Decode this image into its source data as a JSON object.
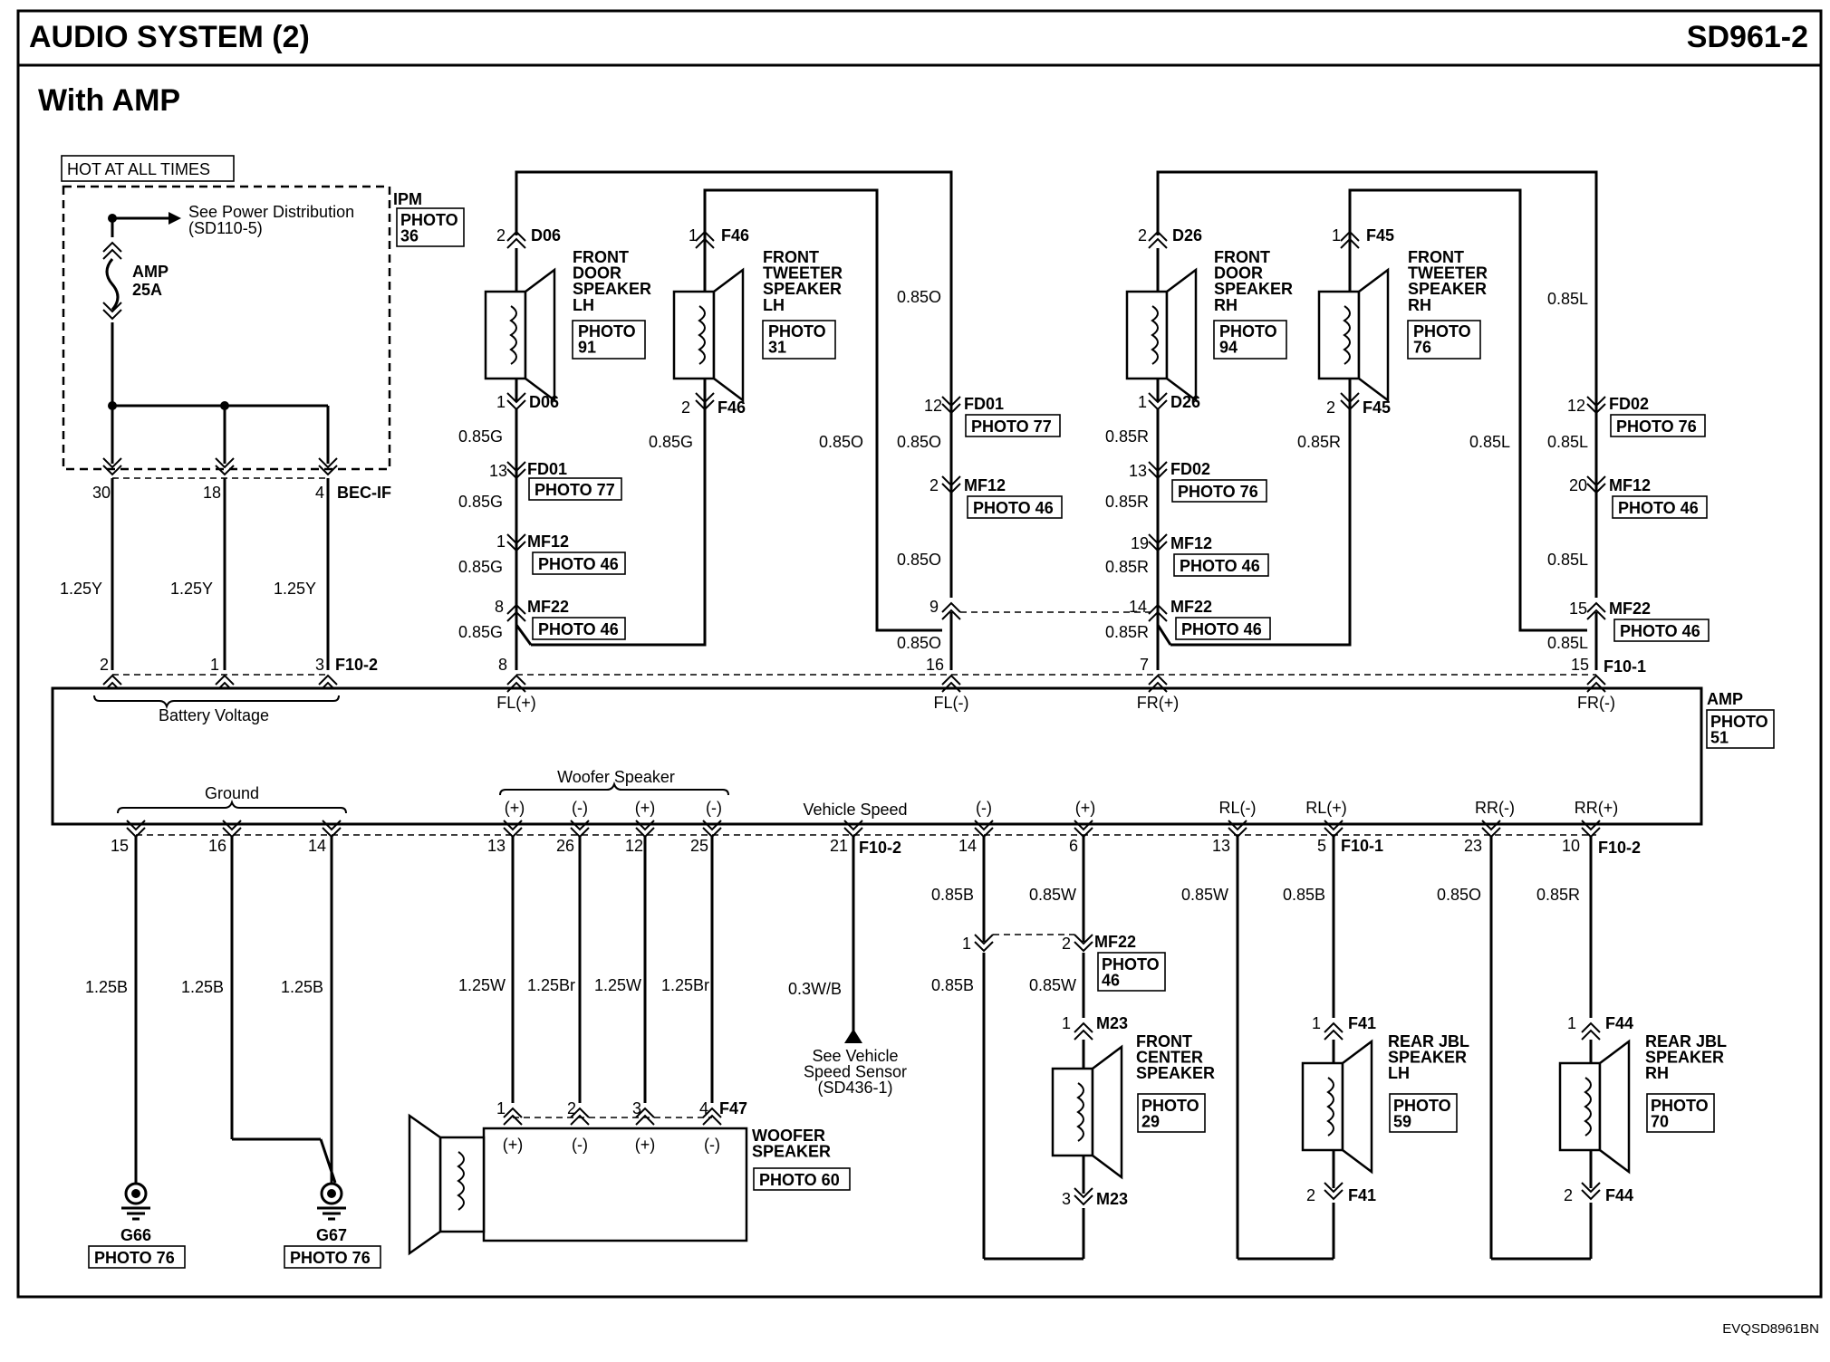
{
  "header": {
    "title": "AUDIO SYSTEM (2)",
    "code": "SD961-2",
    "subtitle": "With AMP"
  },
  "footer": {
    "ref": "EVQSD8961BN"
  },
  "ipm": {
    "hot": "HOT AT ALL TIMES",
    "name": "IPM",
    "photo": "PHOTO\n36",
    "see": "See Power Distribution",
    "see_ref": "(SD110-5)",
    "fuse": "AMP",
    "fuse_rating": "25A",
    "connector": "BEC-IF",
    "pins": [
      "30",
      "18",
      "4"
    ],
    "wires": [
      "1.25Y",
      "1.25Y",
      "1.25Y"
    ]
  },
  "amp": {
    "name": "AMP",
    "photo": "PHOTO\n51",
    "top_connector": "F10-2",
    "top_pins": [
      "2",
      "1",
      "3"
    ],
    "battery_label": "Battery Voltage",
    "fr_connector": "F10-1",
    "ports": [
      "FL(+)",
      "FL(-)",
      "FR(+)",
      "FR(-)"
    ],
    "port_pins": [
      "8",
      "16",
      "7",
      "15"
    ],
    "ground_label": "Ground",
    "ground_pins": [
      "15",
      "16",
      "14"
    ],
    "woofer_label": "Woofer Speaker",
    "woofer_signs": [
      "(+)",
      "(-)",
      "(+)",
      "(-)"
    ],
    "woofer_pins": [
      "13",
      "26",
      "12",
      "25"
    ],
    "speed_label": "Vehicle Speed",
    "speed_pin": "21",
    "bottom_connector_a": "F10-2",
    "center_signs": [
      "(-)",
      "(+)"
    ],
    "center_pins": [
      "14",
      "6"
    ],
    "rl_labels": [
      "RL(-)",
      "RL(+)"
    ],
    "rl_pins": [
      "13",
      "5"
    ],
    "bottom_connector_b": "F10-1",
    "rr_labels": [
      "RR(-)",
      "RR(+)"
    ],
    "rr_pins": [
      "23",
      "10"
    ],
    "bottom_connector_c": "F10-2"
  },
  "front_left": {
    "door": {
      "title": "FRONT\nDOOR\nSPEAKER\nLH",
      "photo": "PHOTO\n91",
      "conn": "D06",
      "pins": [
        "2",
        "1"
      ]
    },
    "tweeter": {
      "title": "FRONT\nTWEETER\nSPEAKER\nLH",
      "photo": "PHOTO\n31",
      "conn": "F46",
      "pins": [
        "1",
        "2"
      ]
    },
    "connectors": [
      {
        "name": "FD01",
        "photo": "PHOTO 77",
        "pin_l": "13",
        "pin_r": "12"
      },
      {
        "name": "MF12",
        "photo": "PHOTO 46",
        "pin_l": "1",
        "pin_r": "2"
      },
      {
        "name": "MF22",
        "photo": "PHOTO 46",
        "pin_l": "8",
        "pin_r": "9"
      }
    ],
    "wire_pos": "0.85G",
    "wire_neg": "0.85O"
  },
  "front_right": {
    "door": {
      "title": "FRONT\nDOOR\nSPEAKER\nRH",
      "photo": "PHOTO\n94",
      "conn": "D26",
      "pins": [
        "2",
        "1"
      ]
    },
    "tweeter": {
      "title": "FRONT\nTWEETER\nSPEAKER\nRH",
      "photo": "PHOTO\n76",
      "conn": "F45",
      "pins": [
        "1",
        "2"
      ]
    },
    "connectors": [
      {
        "name": "FD02",
        "photo": "PHOTO 76",
        "pin_l": "13",
        "pin_r": "12"
      },
      {
        "name": "MF12",
        "photo": "PHOTO 46",
        "pin_l": "19",
        "pin_r": "20"
      },
      {
        "name": "MF22",
        "photo": "PHOTO 46",
        "pin_l": "14",
        "pin_r": "15"
      }
    ],
    "wire_pos": "0.85R",
    "wire_neg": "0.85L"
  },
  "grounds": {
    "wires": [
      "1.25B",
      "1.25B",
      "1.25B"
    ],
    "g1": {
      "name": "G66",
      "photo": "PHOTO 76"
    },
    "g2": {
      "name": "G67",
      "photo": "PHOTO 76"
    }
  },
  "woofer": {
    "wires": [
      "1.25W",
      "1.25Br",
      "1.25W",
      "1.25Br"
    ],
    "conn": "F47",
    "pins": [
      "1",
      "2",
      "3",
      "4"
    ],
    "signs": [
      "(+)",
      "(-)",
      "(+)",
      "(-)"
    ],
    "title": "WOOFER\nSPEAKER",
    "photo": "PHOTO 60"
  },
  "speed": {
    "wire": "0.3W/B",
    "note": "See Vehicle\nSpeed Sensor\n(SD436-1)"
  },
  "center": {
    "wires": [
      "0.85B",
      "0.85W"
    ],
    "mf22": "MF22",
    "mf22_pins": [
      "1",
      "2"
    ],
    "mf22_photo": "PHOTO\n46",
    "conn": "M23",
    "pins": [
      "1",
      "3"
    ],
    "title": "FRONT\nCENTER\nSPEAKER",
    "photo": "PHOTO\n29"
  },
  "rear_left": {
    "wires": [
      "0.85W",
      "0.85B"
    ],
    "conn": "F41",
    "pins": [
      "1",
      "2"
    ],
    "title": "REAR JBL\nSPEAKER\nLH",
    "photo": "PHOTO\n59"
  },
  "rear_right": {
    "wires": [
      "0.85O",
      "0.85R"
    ],
    "conn": "F44",
    "pins": [
      "1",
      "2"
    ],
    "title": "REAR JBL\nSPEAKER\nRH",
    "photo": "PHOTO\n70"
  }
}
